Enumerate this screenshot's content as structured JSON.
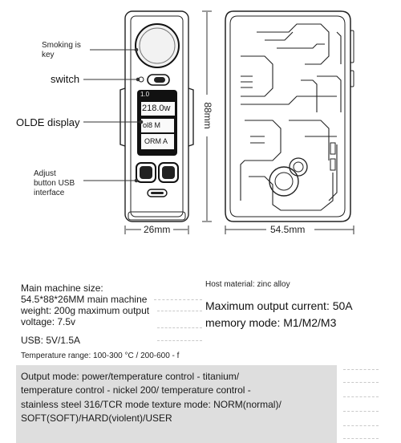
{
  "callouts": {
    "smoking_key": "Smoking is\nkey",
    "switch": "switch",
    "olde_display": "OLDE display",
    "adjust": "Adjust\nbutton USB\ninterface"
  },
  "oled": {
    "top_left": "1.0",
    "power": "218.0w",
    "line2": "ol8 M",
    "mode": "ORM A"
  },
  "dimensions": {
    "width_side": "26mm",
    "height": "88mm",
    "width_front": "54.5mm"
  },
  "specs": {
    "size_title": "Main machine size:",
    "size_line": "54.5*88*26MM main machine",
    "weight": "weight: 200g maximum output",
    "voltage": "voltage: 7.5v",
    "usb": "USB: 5V/1.5A",
    "temp_range": "Temperature range: 100-300 °C / 200-600 - f",
    "host_material": "Host material: zinc alloy",
    "max_current": "Maximum output current: 50A",
    "memory_mode": "memory mode: M1/M2/M3",
    "output_mode_1": "Output mode: power/temperature control - titanium/",
    "output_mode_2": "temperature control - nickel 200/ temperature control -",
    "output_mode_3": "stainless steel 316/TCR mode texture mode: NORM(normal)/",
    "output_mode_4": "SOFT(SOFT)/HARD(violent)/USER"
  }
}
